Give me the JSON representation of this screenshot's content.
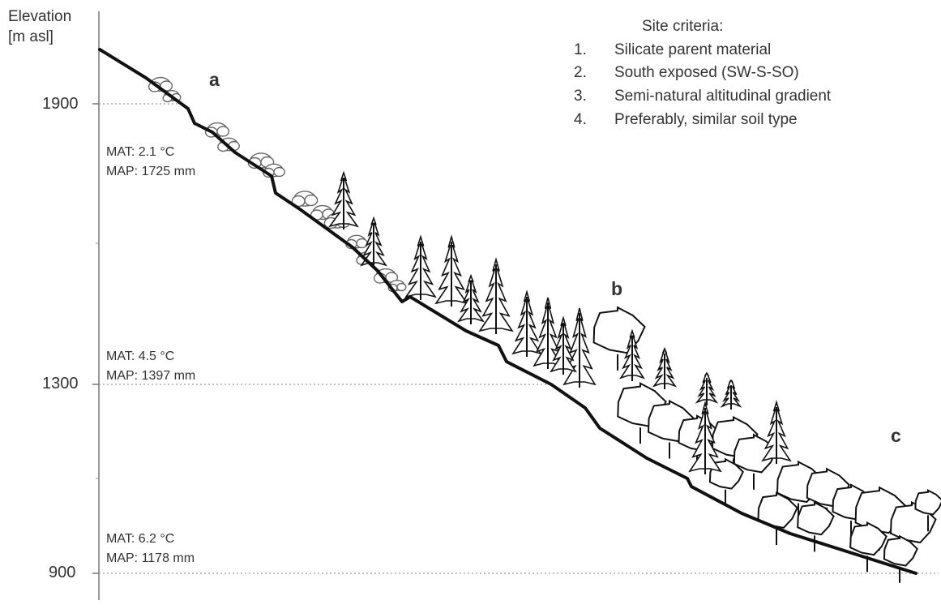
{
  "axis": {
    "title_line1": "Elevation",
    "title_line2": "[m asl]",
    "ticks": [
      "1900",
      "1300",
      "900"
    ]
  },
  "climate": [
    {
      "mat": "MAT: 2.1 °C",
      "map": "MAP: 1725 mm"
    },
    {
      "mat": "MAT: 4.5 °C",
      "map": "MAP: 1397 mm"
    },
    {
      "mat": "MAT: 6.2 °C",
      "map": "MAP: 1178 mm"
    }
  ],
  "sites": [
    "a",
    "b",
    "c"
  ],
  "criteria": {
    "title": "Site criteria:",
    "items": [
      {
        "num": "1.",
        "text": "Silicate parent material"
      },
      {
        "num": "2.",
        "text": "South exposed (SW-S-SO)"
      },
      {
        "num": "3.",
        "text": "Semi-natural altitudinal gradient"
      },
      {
        "num": "4.",
        "text": "Preferably, similar soil type"
      }
    ]
  },
  "colors": {
    "ink": "#111111",
    "grid": "#9a9a9a",
    "text": "#333333"
  }
}
